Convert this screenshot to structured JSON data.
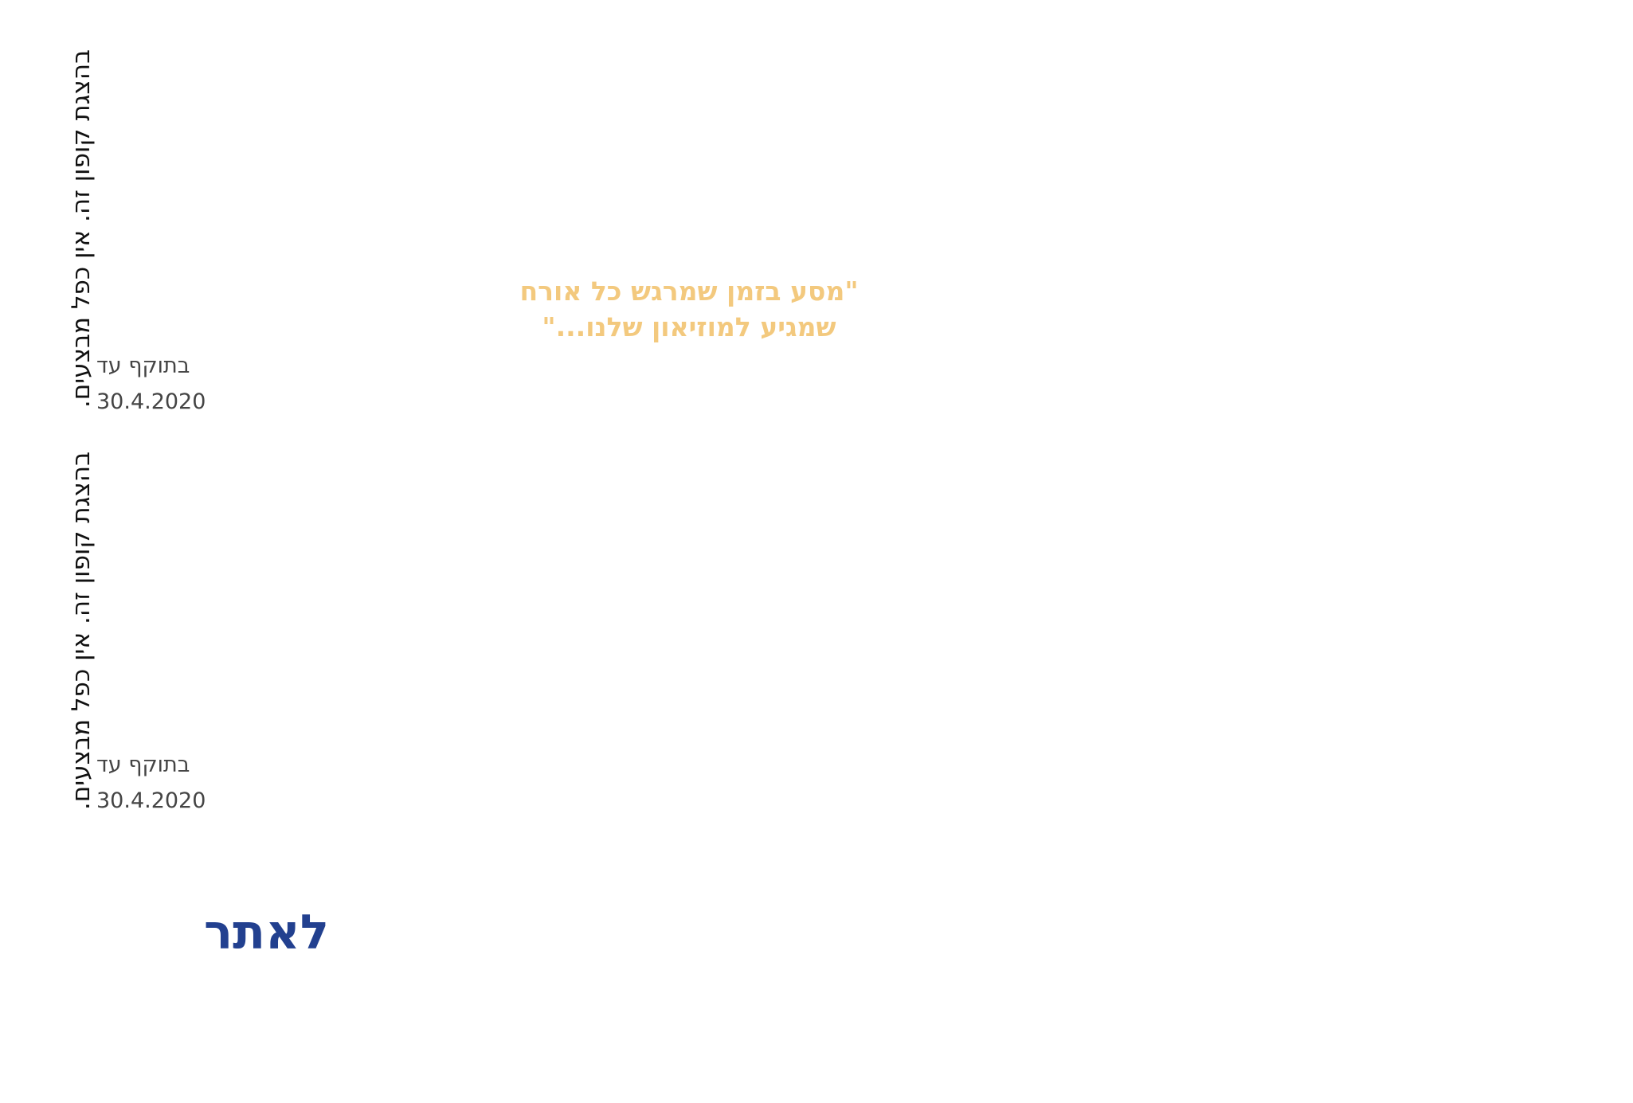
{
  "coupon_terms": [
    "בהצגת קופון זה. אין כפל מבצעים.",
    "בהצגת קופון זה. אין כפל מבצעים."
  ],
  "validity": [
    {
      "label": "בתוקף עד",
      "date": "30.4.2020"
    },
    {
      "label": "בתוקף עד",
      "date": "30.4.2020"
    }
  ],
  "quote": {
    "line1": "\"מסע בזמן שמרגש כל אורח",
    "line2": "שמגיע למוזיאון שלנו...\""
  },
  "site_link": "לאתר",
  "colors": {
    "quote": "#f3c97e",
    "link": "#22408f"
  }
}
